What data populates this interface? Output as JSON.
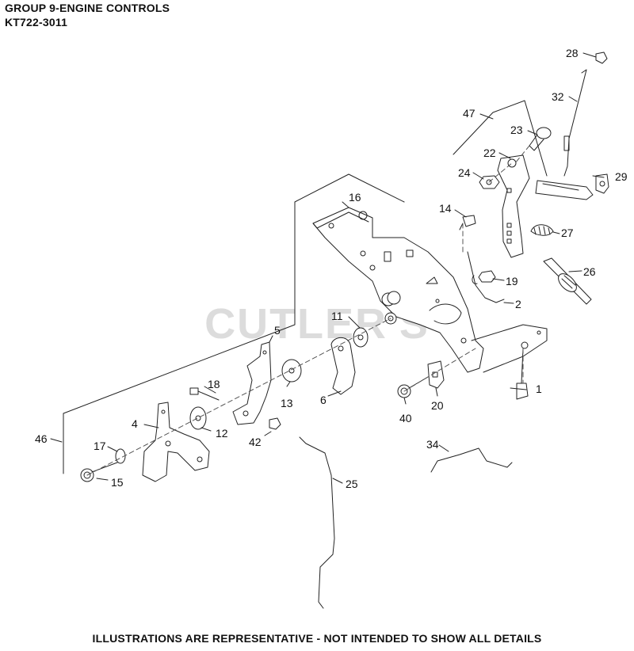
{
  "header": {
    "title": "GROUP 9-ENGINE CONTROLS",
    "model": "KT722-3011"
  },
  "watermark": "CUTLER'S",
  "footer": "ILLUSTRATIONS ARE REPRESENTATIVE - NOT INTENDED TO SHOW ALL DETAILS",
  "callouts": {
    "c1": "1",
    "c2": "2",
    "c4": "4",
    "c5": "5",
    "c6": "6",
    "c11": "11",
    "c12": "12",
    "c13": "13",
    "c14": "14",
    "c15": "15",
    "c16": "16",
    "c17": "17",
    "c18": "18",
    "c19": "19",
    "c20": "20",
    "c22": "22",
    "c23": "23",
    "c24": "24",
    "c25": "25",
    "c26": "26",
    "c27": "27",
    "c28": "28",
    "c29": "29",
    "c32": "32",
    "c34": "34",
    "c40": "40",
    "c42": "42",
    "c46": "46",
    "c47": "47"
  },
  "colors": {
    "line": "#222222",
    "watermark": "#dcdcdc"
  }
}
